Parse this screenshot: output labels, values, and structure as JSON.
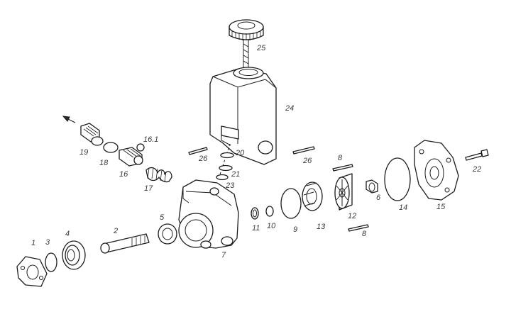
{
  "diagram": {
    "type": "exploded-parts-view",
    "colors": {
      "line": "#1c1c1c",
      "background": "#ffffff",
      "label": "#3a3a3a"
    },
    "callouts": {
      "n1": "1",
      "n2": "2",
      "n3": "3",
      "n4": "4",
      "n5": "5",
      "n6": "6",
      "n7": "7",
      "n8a": "8",
      "n8b": "8",
      "n9": "9",
      "n10": "10",
      "n11": "11",
      "n12": "12",
      "n13": "13",
      "n14": "14",
      "n15": "15",
      "n16": "16",
      "n16_1": "16.1",
      "n17": "17",
      "n18": "18",
      "n19": "19",
      "n20": "20",
      "n21": "21",
      "n22": "22",
      "n23": "23",
      "n24": "24",
      "n25": "25",
      "n26a": "26",
      "n26b": "26"
    }
  }
}
